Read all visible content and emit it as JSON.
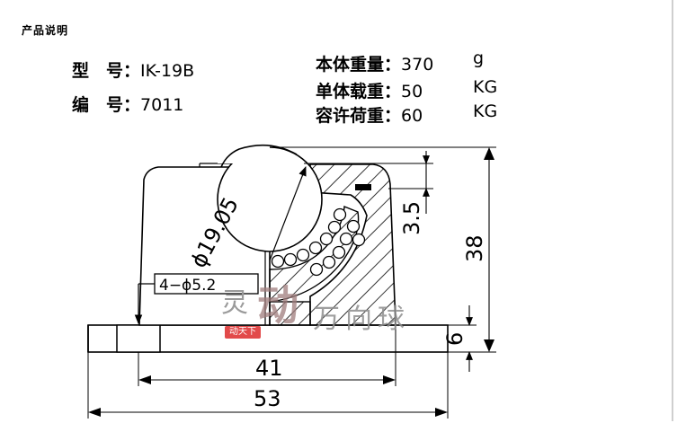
{
  "section_title": "产品说明",
  "specs": {
    "model_label": "型　号：",
    "model_value": "IK-19B",
    "code_label": "编　号：",
    "code_value": "7011",
    "weight_label": "本体重量：",
    "weight_value": "370",
    "weight_unit": "g",
    "single_load_label": "单体载重：",
    "single_load_value": "50",
    "single_load_unit": "KG",
    "allowable_load_label": "容许荷重：",
    "allowable_load_value": "60",
    "allowable_load_unit": "KG"
  },
  "dimensions": {
    "ball_diameter": "ϕ19.05",
    "hole_spec": "4−ϕ5.2",
    "protrusion": "3.5",
    "total_height": "38",
    "flange_thickness": "6",
    "hole_pitch": "41",
    "overall_width": "53"
  },
  "watermark": {
    "brand": "灵",
    "brand_main": "动",
    "brand_rest": "万向球",
    "stamp": "动天下"
  }
}
